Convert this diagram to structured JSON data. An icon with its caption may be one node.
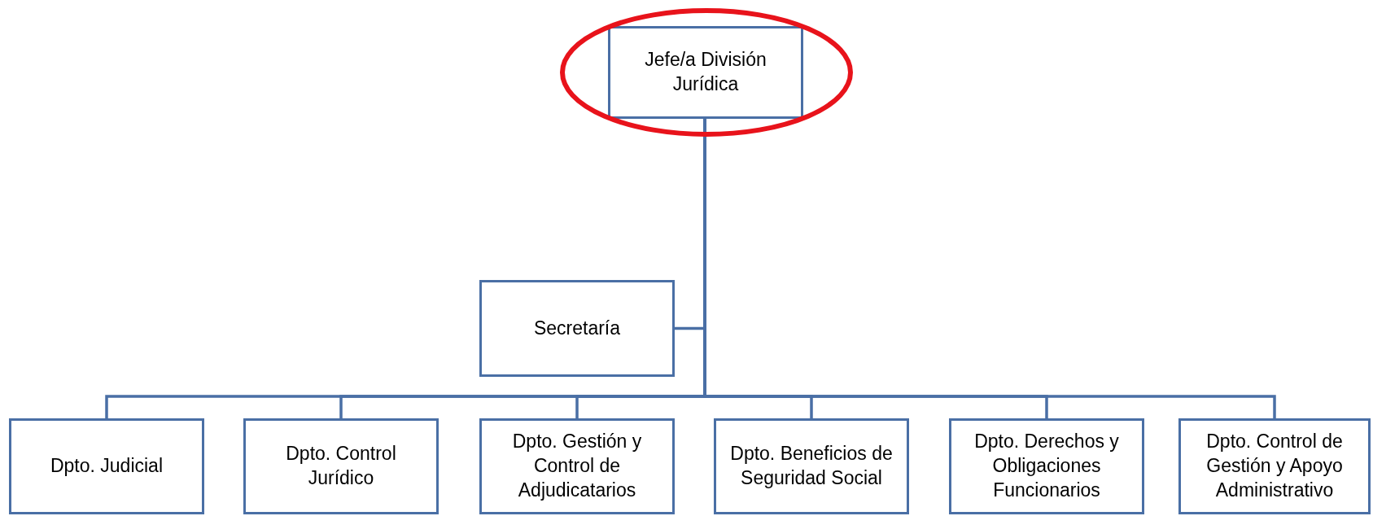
{
  "diagram": {
    "nodes": [
      {
        "text": [
          "Jefe/a División Jurídica"
        ]
      },
      {
        "text": [
          "Secretaría"
        ]
      },
      {
        "text": [
          "Dpto. Judicial"
        ]
      },
      {
        "text": [
          "Dpto. Control Jurídico"
        ]
      },
      {
        "text": [
          "Dpto. Gestión y Control de Adjudicatarios"
        ]
      },
      {
        "text": [
          "Dpto. Beneficios de Seguridad Social"
        ]
      },
      {
        "text": [
          "Dpto. Derechos y Obligaciones Funcionarios"
        ]
      },
      {
        "text": [
          "Dpto. Control de Gestión y Apoyo Administrativo"
        ]
      }
    ],
    "edges": [
      {
        "from": 0,
        "to": 1,
        "arrow": "none"
      },
      {
        "from": 0,
        "to": 2,
        "arrow": "none"
      },
      {
        "from": 0,
        "to": 3,
        "arrow": "none"
      },
      {
        "from": 0,
        "to": 4,
        "arrow": "none"
      },
      {
        "from": 0,
        "to": 5,
        "arrow": "none"
      },
      {
        "from": 0,
        "to": 6,
        "arrow": "none"
      },
      {
        "from": 0,
        "to": 7,
        "arrow": "none"
      }
    ]
  }
}
